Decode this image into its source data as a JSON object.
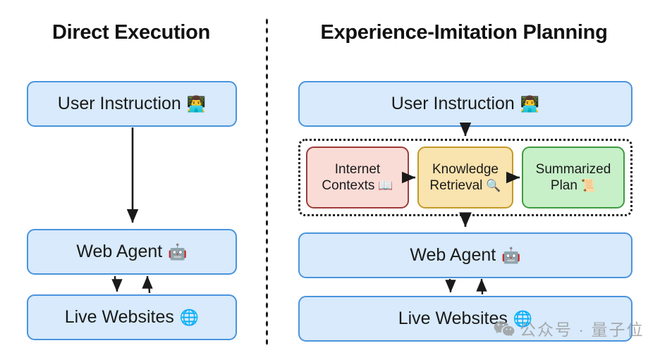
{
  "diagram": {
    "columns": [
      {
        "key": "left",
        "title": "Direct Execution",
        "nodes": [
          {
            "key": "user_instruction",
            "label": "User Instruction",
            "emoji": "👨‍💻",
            "icon_name": "man-technologist-icon",
            "color": "#d8eafb"
          },
          {
            "key": "web_agent",
            "label": "Web Agent",
            "emoji": "🤖",
            "icon_name": "robot-icon",
            "color": "#d8eafb"
          },
          {
            "key": "live_websites",
            "label": "Live Websites",
            "emoji": "🌐",
            "icon_name": "globe-icon",
            "color": "#d8eafb"
          }
        ]
      },
      {
        "key": "right",
        "title": "Experience-Imitation Planning",
        "nodes": [
          {
            "key": "user_instruction",
            "label": "User Instruction",
            "emoji": "👨‍💻",
            "icon_name": "man-technologist-icon",
            "color": "#d8eafb"
          },
          {
            "key": "web_agent",
            "label": "Web Agent",
            "emoji": "🤖",
            "icon_name": "robot-icon",
            "color": "#d8eafb"
          },
          {
            "key": "live_websites",
            "label": "Live Websites",
            "emoji": "🌐",
            "icon_name": "globe-icon",
            "color": "#d8eafb"
          }
        ],
        "pipeline": [
          {
            "key": "internet_contexts",
            "line1": "Internet",
            "line2": "Contexts",
            "emoji": "📖",
            "icon_name": "open-book-icon",
            "fill": "#fadcd7",
            "stroke": "#9e3b38"
          },
          {
            "key": "knowledge_retrieval",
            "line1": "Knowledge",
            "line2": "Retrieval",
            "emoji": "🔍",
            "icon_name": "magnifying-glass-icon",
            "fill": "#f9e3ae",
            "stroke": "#c29a2a"
          },
          {
            "key": "summarized_plan",
            "line1": "Summarized",
            "line2": "Plan",
            "emoji": "📜",
            "icon_name": "scroll-icon",
            "fill": "#c7efc8",
            "stroke": "#3f9b42"
          }
        ]
      }
    ],
    "divider": {
      "style": "dotted",
      "color": "#1a1a1a"
    },
    "arrow_color": "#1a1a1a"
  },
  "watermark": {
    "text": "公众号 · 量子位",
    "icon_name": "wechat-icon",
    "color": "#9b9b9b"
  }
}
